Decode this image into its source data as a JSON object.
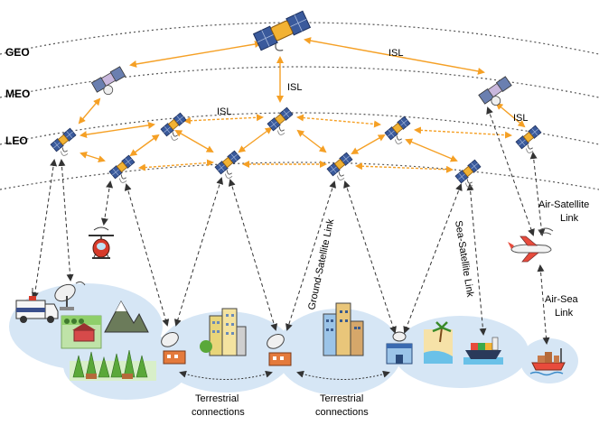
{
  "orbits": {
    "geo": "GEO",
    "meo": "MEO",
    "leo": "LEO"
  },
  "links": {
    "isl_top": "ISL",
    "isl_vertical": "ISL",
    "isl_leo": "ISL",
    "isl_right": "ISL",
    "ground_satellite": "Ground-Satellite Link",
    "sea_satellite": "Sea-Satellite Link",
    "air_satellite_line1": "Air-Satellite",
    "air_satellite_line2": "Link",
    "air_sea_line1": "Air-Sea",
    "air_sea_line2": "Link",
    "terrestrial_1_line1": "Terrestrial",
    "terrestrial_1_line2": "connections",
    "terrestrial_2_line1": "Terrestrial",
    "terrestrial_2_line2": "connections"
  },
  "colors": {
    "isl_arrow": "#f5a025",
    "dashed_link": "#333333",
    "orbit_line": "#555555",
    "ground_blob": "#d6e6f5",
    "satellite_body": "#f2b233",
    "solar_panel": "#3a5a9c"
  },
  "icons": [
    "satellite-icon",
    "helicopter-icon",
    "airplane-icon",
    "ambulance-icon",
    "satellite-dish-icon",
    "base-station-icon",
    "city-icon",
    "mountain-icon",
    "forest-icon",
    "farm-icon",
    "beach-icon",
    "ship-icon",
    "cargo-ship-icon"
  ]
}
